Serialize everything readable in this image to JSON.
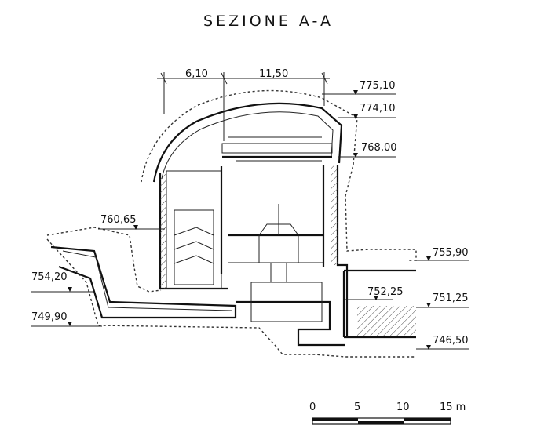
{
  "title": "SEZIONE A-A",
  "dimensions": [
    "6,10",
    "11,50"
  ],
  "elevations": {
    "e775_10": "775,10",
    "e774_10": "774,10",
    "e768_00": "768,00",
    "e760_65": "760,65",
    "e755_90": "755,90",
    "e754_20": "754,20",
    "e752_25": "752,25",
    "e751_25": "751,25",
    "e749_90": "749,90",
    "e746_50": "746,50"
  },
  "scale_bar": {
    "ticks": [
      "0",
      "5",
      "10",
      "15 m"
    ]
  }
}
